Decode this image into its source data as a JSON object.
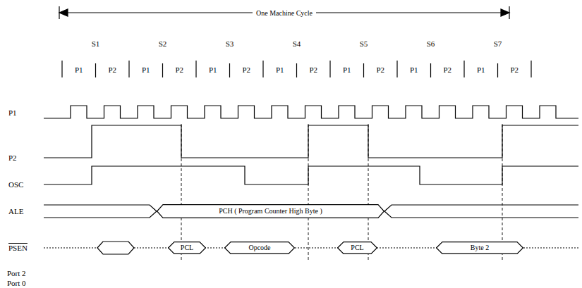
{
  "diagram": {
    "nodes": [
      {
        "text": [
          "PCH ( Program Counter High Byte )"
        ]
      },
      {
        "text": [
          "PCL"
        ]
      },
      {
        "text": [
          "Opcode"
        ]
      },
      {
        "text": [
          "PCL"
        ]
      },
      {
        "text": [
          "Byte 2"
        ]
      }
    ],
    "labels": [
      "One Machine Cycle",
      "S1",
      "S2",
      "S3",
      "S4",
      "S5",
      "S6",
      "S7",
      "P1",
      "P2",
      "P1",
      "P2",
      "P1",
      "P2",
      "P1",
      "P2",
      "P1",
      "P2",
      "P1",
      "P2",
      "P1",
      "P2",
      "P1",
      "P2",
      "OSC",
      "ALE",
      "PSEN",
      "Port 2",
      "Port 0"
    ]
  }
}
